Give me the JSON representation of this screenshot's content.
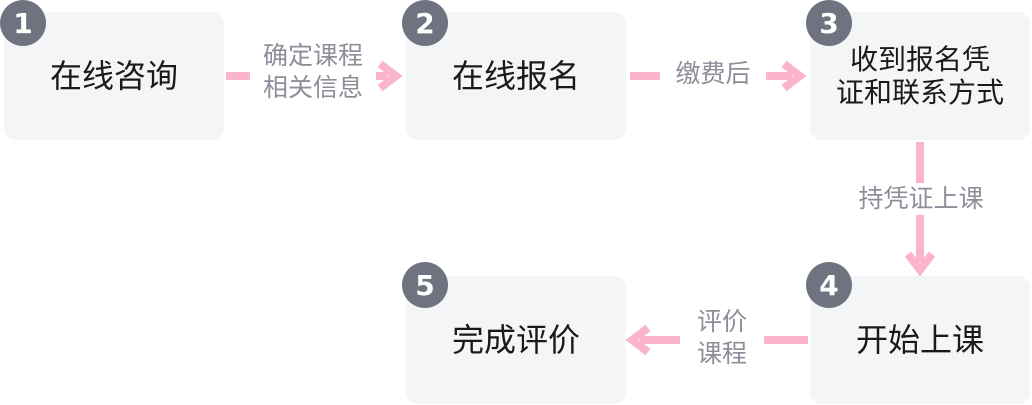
{
  "colors": {
    "box_background": "#f4f5f7",
    "badge_background": "#6f7380",
    "arrow": "#fbb4cc",
    "connector_label": "#8c8f99",
    "step_text": "#1a1a1a"
  },
  "steps": [
    {
      "number": "1",
      "label": "在线咨询"
    },
    {
      "number": "2",
      "label": "在线报名"
    },
    {
      "number": "3",
      "label": "收到报名凭\n证和联系方式"
    },
    {
      "number": "4",
      "label": "开始上课"
    },
    {
      "number": "5",
      "label": "完成评价"
    }
  ],
  "connectors": [
    {
      "from": "1",
      "to": "2",
      "label": "确定课程\n相关信息"
    },
    {
      "from": "2",
      "to": "3",
      "label": "缴费后"
    },
    {
      "from": "3",
      "to": "4",
      "label": "持凭证上课"
    },
    {
      "from": "4",
      "to": "5",
      "label": "评价\n课程"
    }
  ]
}
